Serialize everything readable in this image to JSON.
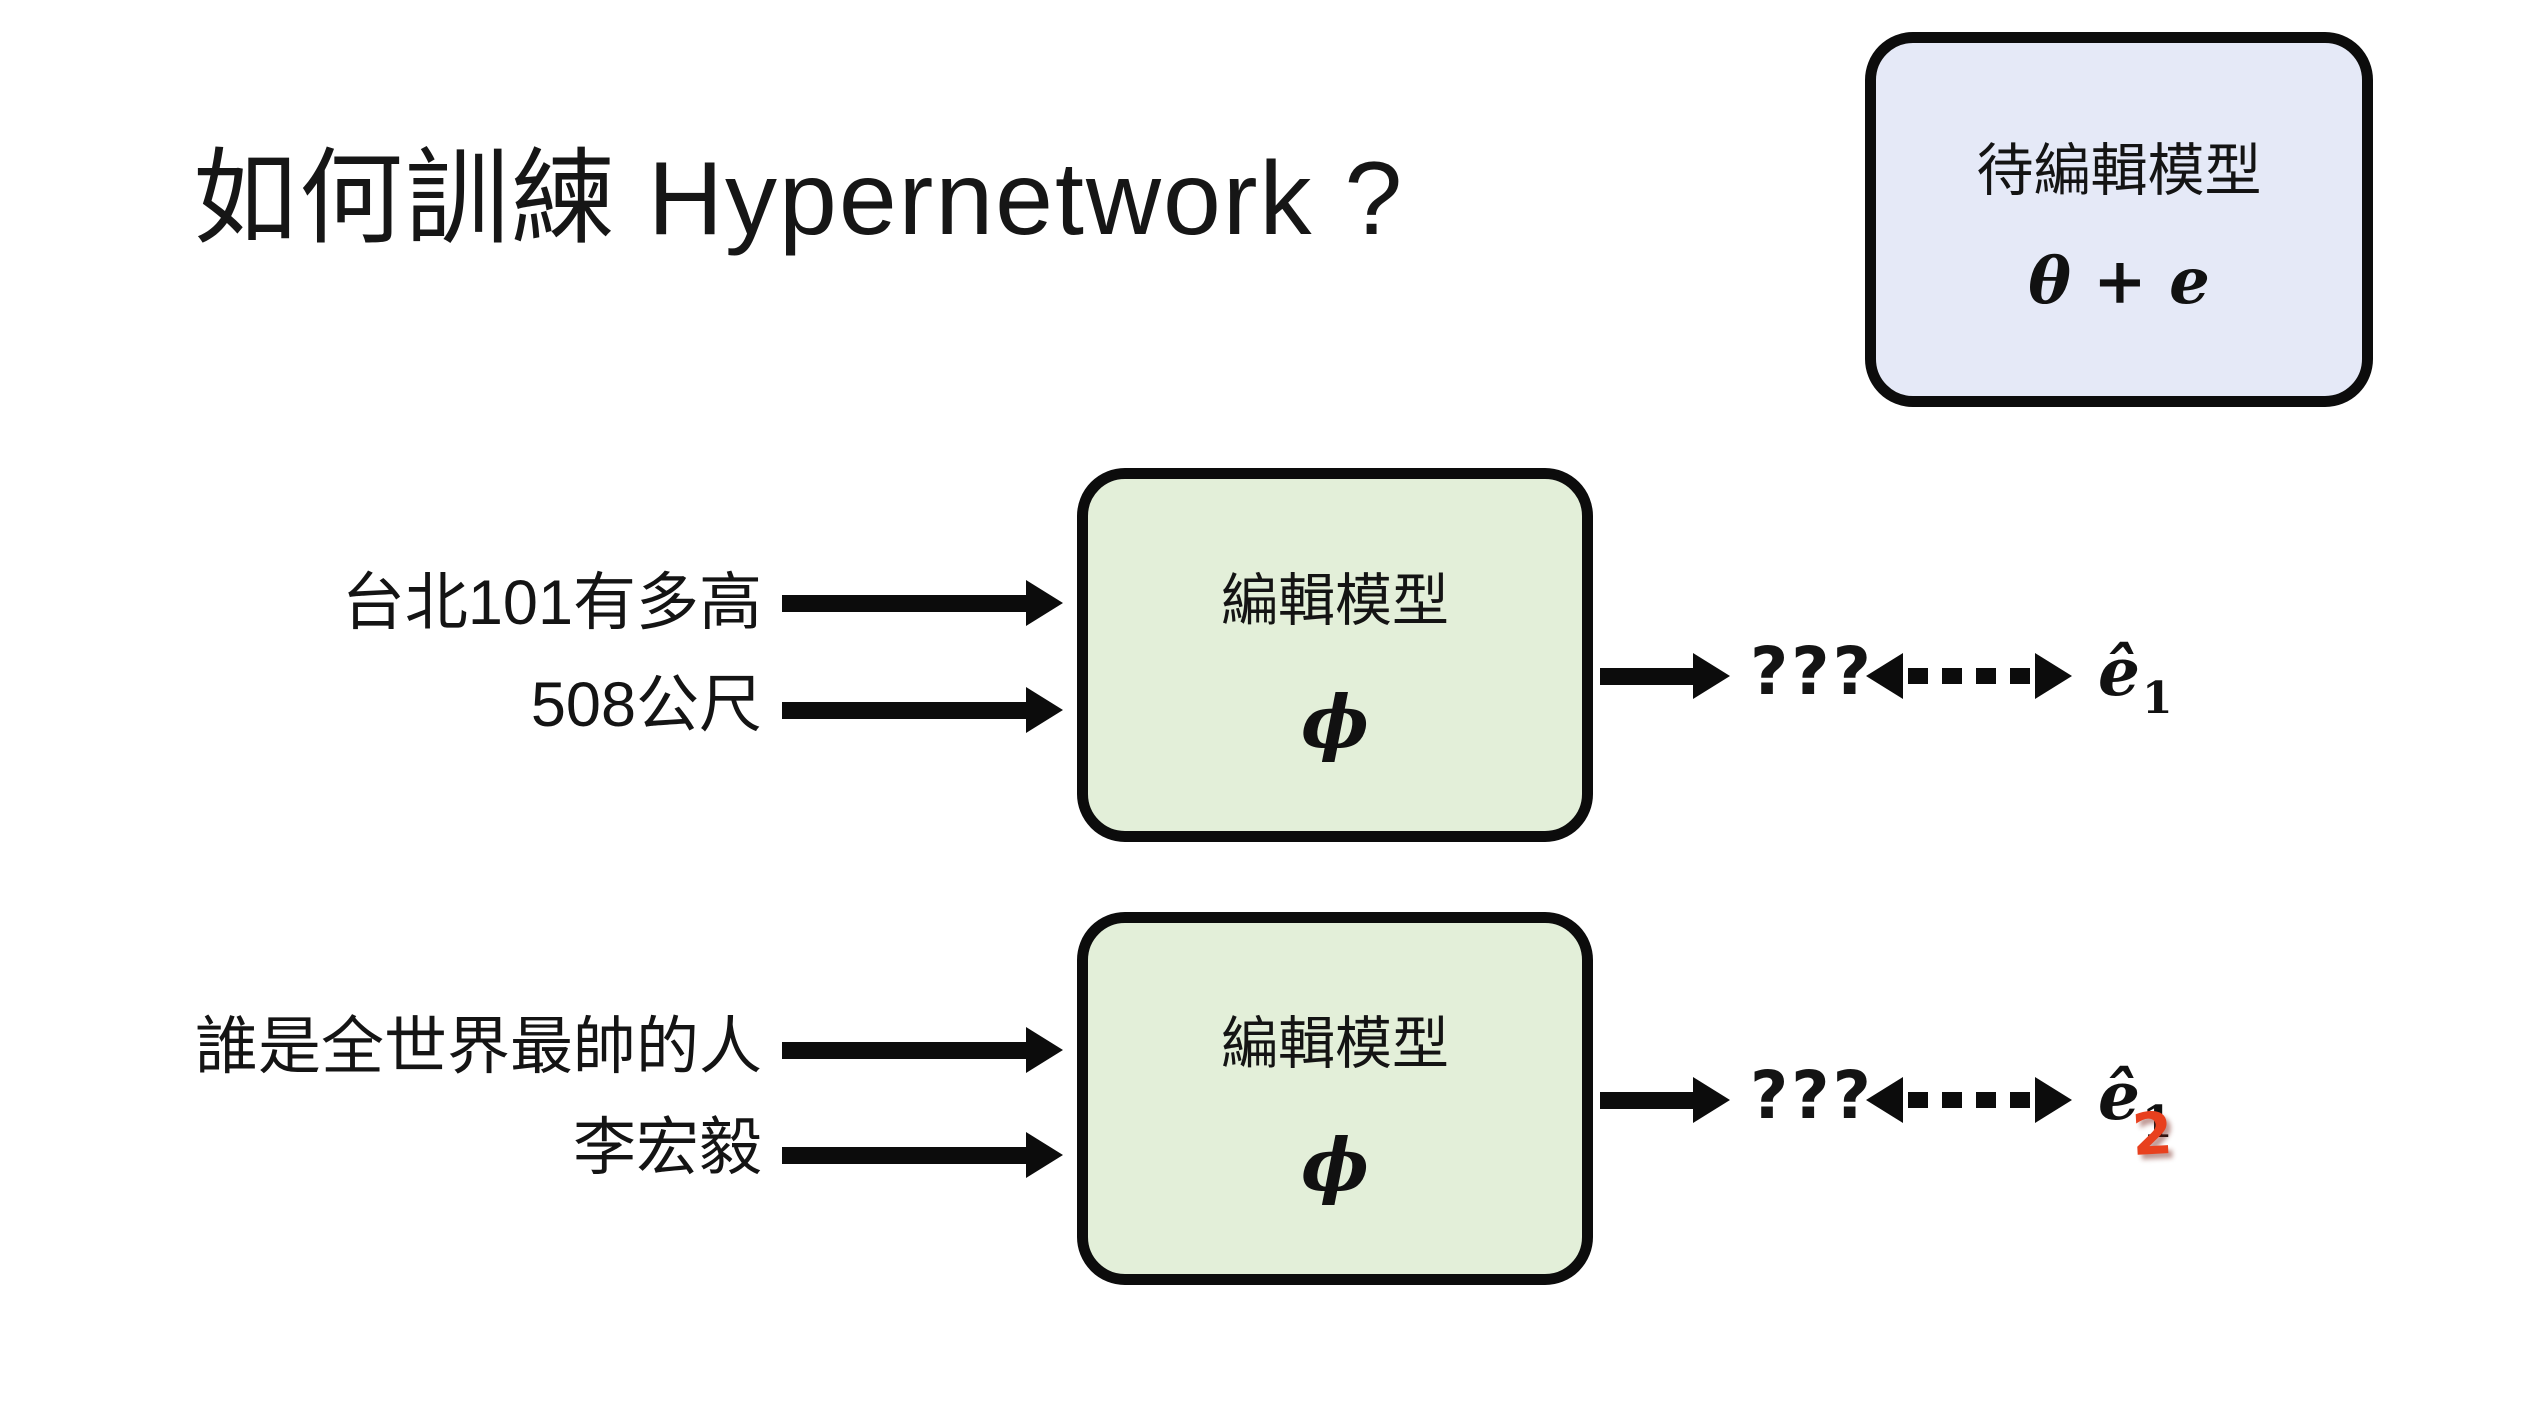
{
  "slide": {
    "title": "如何訓練 Hypernetwork ?"
  },
  "colors": {
    "green_box_fill": "#E3EFD9",
    "blue_box_fill": "#E5E9F7",
    "stroke_black": "#0C0C0C",
    "text": "#141414",
    "annotation_red": "#E8401E"
  },
  "target_model_box": {
    "label": "待編輯模型",
    "formula": "θ + e"
  },
  "rows": [
    {
      "input_question": "台北101有多高",
      "input_answer": "508公尺",
      "box_label": "編輯模型",
      "box_symbol": "ϕ",
      "output_unknown": "???",
      "edit_vector_base": "ê",
      "edit_vector_subscript": "1"
    },
    {
      "input_question": "誰是全世界最帥的人",
      "input_answer": "李宏毅",
      "box_label": "編輯模型",
      "box_symbol": "ϕ",
      "output_unknown": "???",
      "edit_vector_base": "ê",
      "edit_vector_subscript": "1",
      "edit_vector_annotation": "2"
    }
  ]
}
